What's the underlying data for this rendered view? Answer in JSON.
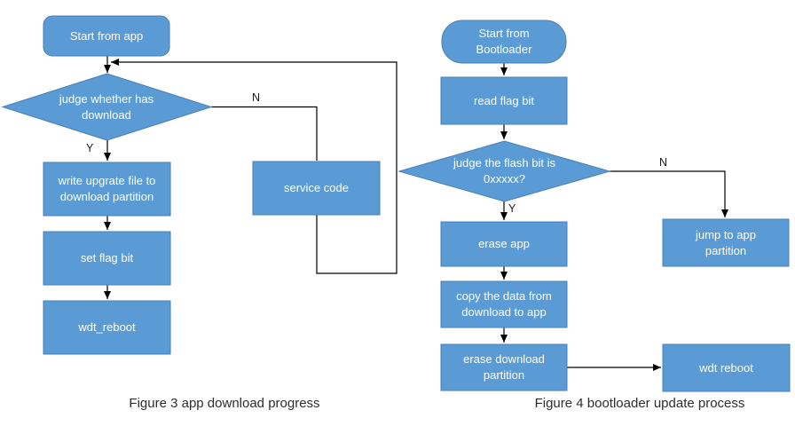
{
  "colors": {
    "node_fill": "#5B9BD5",
    "node_border": "#4A7FB5",
    "node_text": "#FFFFFF",
    "line_color": "#000000"
  },
  "figure3": {
    "caption": "Figure 3 app download progress",
    "branch_yes": "Y",
    "branch_no": "N",
    "nodes": {
      "start": "Start from app",
      "judge": "judge whether has download",
      "write_upgrade": "write upgrate file to download partition",
      "set_flag": "set flag bit",
      "wdt_reboot": "wdt_reboot",
      "service_code": "service code"
    }
  },
  "figure4": {
    "caption": "Figure 4 bootloader update process",
    "branch_yes": "Y",
    "branch_no": "N",
    "nodes": {
      "start": "Start from Bootloader",
      "read_flag": "read flag bit",
      "judge": "judge the flash bit is 0xxxxx?",
      "erase_app": "erase app",
      "copy_data": "copy the data from download to app",
      "erase_download": "erase download partition",
      "jump_app": "jump to app partition",
      "wdt_reboot": "wdt reboot"
    }
  }
}
